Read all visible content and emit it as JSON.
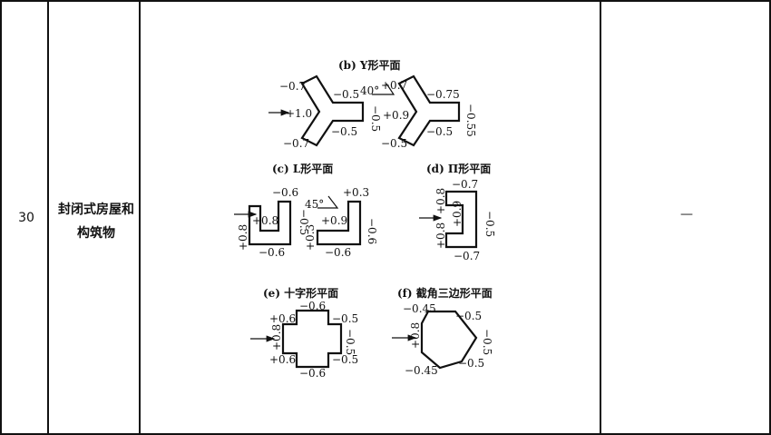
{
  "row": {
    "number": "30",
    "name_line1": "封闭式房屋和",
    "name_line2": "构筑物",
    "remark": "—"
  },
  "figures": {
    "b": {
      "title": "(b)  Y形平面",
      "left": {
        "tl": "−0.7",
        "bl": "−0.7",
        "wind": "+1.0",
        "ir1": "−0.5",
        "ir2": "−0.5",
        "right": "−0.5"
      },
      "angle": "40°",
      "right": {
        "top": "+0.7",
        "tr": "−0.75",
        "mid": "+0.9",
        "ir": "−0.5",
        "bl": "−0.5",
        "right": "−0.55"
      }
    },
    "c": {
      "title": "(c) L形平面",
      "left": {
        "top": "−0.6",
        "wind": "+0.8",
        "right": "−0.5",
        "leftside": "+0.8",
        "bottom": "−0.6"
      },
      "angle": "45°",
      "right": {
        "top": "+0.3",
        "mid": "+0.9",
        "right": "−0.6",
        "leftside": "+0.3",
        "bottom": "−0.6"
      }
    },
    "d": {
      "title": "(d) Π形平面",
      "top": "−0.7",
      "left_upper": "+0.8",
      "inner": "+0.9",
      "left_lower": "+0.8",
      "right": "−0.5",
      "bottom": "−0.7"
    },
    "e": {
      "title": "(e)  十字形平面",
      "top": "−0.6",
      "tl": "+0.6",
      "tr": "−0.5",
      "left": "+0.8",
      "right": "−0.5",
      "bl": "+0.6",
      "br": "−0.5",
      "bottom": "−0.6"
    },
    "f": {
      "title": "(f)  截角三边形平面",
      "tl": "−0.45",
      "tr": "−0.5",
      "left": "+0.8",
      "right": "−0.5",
      "br": "−0.5",
      "bl": "−0.45"
    }
  }
}
